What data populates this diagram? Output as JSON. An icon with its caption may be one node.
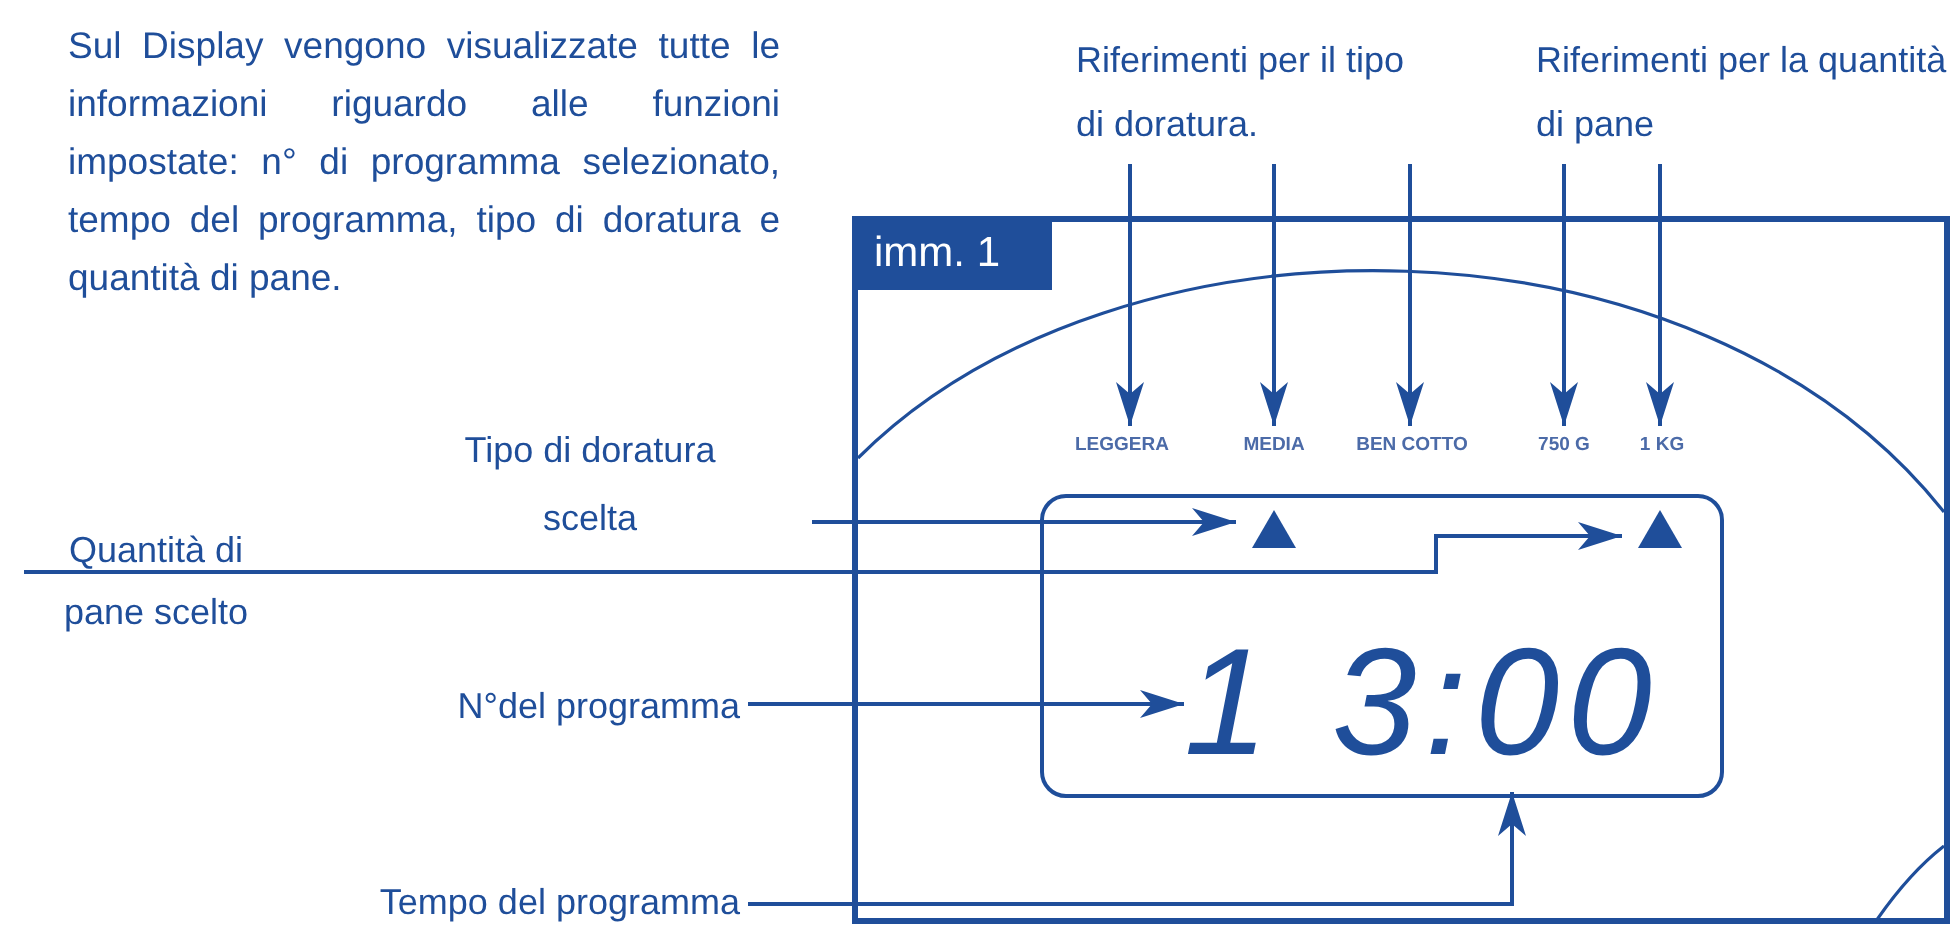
{
  "diagram": {
    "nodes": [
      {
        "text": [
          "imm. 1"
        ]
      },
      {
        "text": [
          "Riferimenti per il tipo di doratura."
        ]
      },
      {
        "text": [
          "Riferimenti per la quantità di pane"
        ]
      },
      {
        "text": [
          "LEGGERA"
        ],
        "in": 0
      },
      {
        "text": [
          "MEDIA"
        ],
        "in": 0
      },
      {
        "text": [
          "BEN COTTO"
        ],
        "in": 0
      },
      {
        "text": [
          "750 G"
        ],
        "in": 0
      },
      {
        "text": [
          "1 KG"
        ],
        "in": 0
      },
      {
        "text": [],
        "shape": "box",
        "in": 0
      },
      {
        "text": [],
        "shape": "triangle",
        "in": 8
      },
      {
        "text": [],
        "shape": "triangle",
        "in": 8
      },
      {
        "text": [
          "1"
        ],
        "in": 8
      },
      {
        "text": [
          "3:00"
        ],
        "in": 8
      },
      {
        "text": [
          "Tipo di doratura scelta"
        ]
      },
      {
        "text": [
          "Quantità di pane scelto"
        ]
      },
      {
        "text": [
          "N°del programma"
        ]
      },
      {
        "text": [
          "Tempo del programma"
        ]
      }
    ],
    "edges": [
      {
        "from": 1,
        "to": 3,
        "arrow": "to"
      },
      {
        "from": 1,
        "to": 4,
        "arrow": "to"
      },
      {
        "from": 1,
        "to": 5,
        "arrow": "to"
      },
      {
        "from": 2,
        "to": 6,
        "arrow": "to"
      },
      {
        "from": 2,
        "to": 7,
        "arrow": "to"
      },
      {
        "from": 13,
        "to": 9,
        "arrow": "to"
      },
      {
        "from": 14,
        "to": 10,
        "arrow": "to"
      },
      {
        "from": 15,
        "to": 11,
        "arrow": "to"
      },
      {
        "from": 16,
        "to": 12,
        "arrow": "to"
      }
    ],
    "labels": [
      "Sul Display vengono visualizzate tutte le informazioni riguardo alle funzioni impostate: n° di programma selezionato, tempo del programma, tipo di doratura e quantità di pane."
    ]
  }
}
